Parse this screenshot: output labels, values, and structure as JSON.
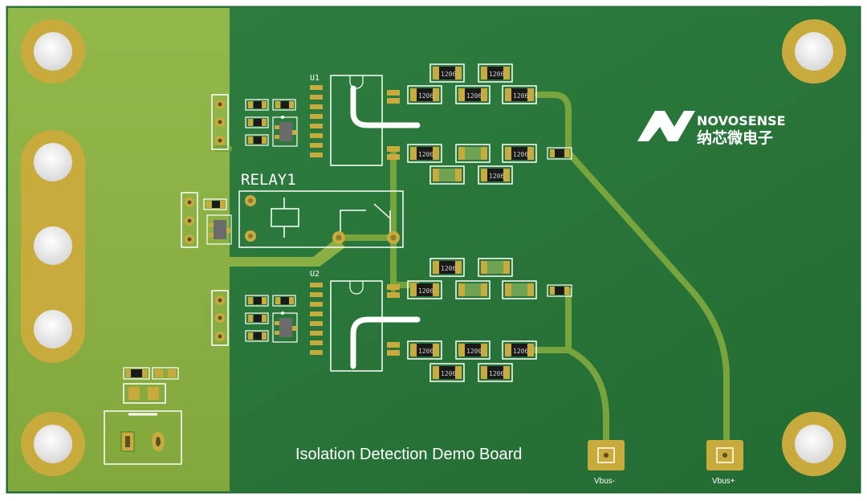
{
  "board": {
    "title": "Isolation Detection Demo Board",
    "relay_label": "RELAY1",
    "ics": [
      {
        "ref": "U1"
      },
      {
        "ref": "U2"
      }
    ],
    "resistor_package": "1206",
    "connectors": [
      {
        "label": "Vbus-"
      },
      {
        "label": "Vbus+"
      }
    ],
    "colors": {
      "board_green": "#2b7a3c",
      "copper_pour": "#8db144",
      "trace": "#77a43c",
      "gold_pad": "#c9ab3d",
      "silkscreen": "#ffffff"
    }
  },
  "logo": {
    "brand": "NOVOSENSE",
    "chinese_name": "纳芯微电子",
    "icon": "novosense-n-icon"
  }
}
